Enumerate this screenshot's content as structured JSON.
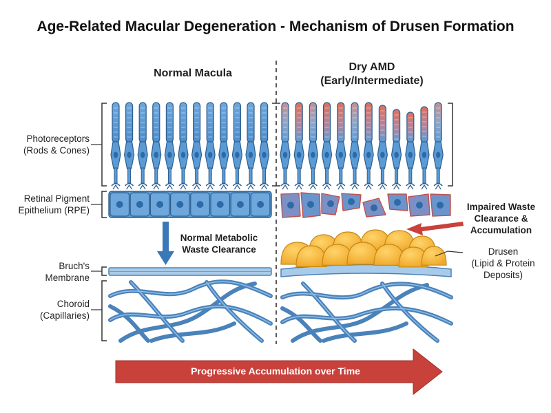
{
  "title": "Age-Related Macular Degeneration - Mechanism of Drusen Formation",
  "panels": {
    "normal": {
      "heading": "Normal Macula"
    },
    "amd": {
      "heading_line1": "Dry AMD",
      "heading_line2": "(Early/Intermediate)"
    }
  },
  "layers": {
    "photoreceptors": {
      "line1": "Photoreceptors",
      "line2": "(Rods & Cones)"
    },
    "rpe": {
      "line1": "Retinal Pigment",
      "line2": "Epithelium (RPE)"
    },
    "bruchs": {
      "line1": "Bruch's",
      "line2": "Membrane"
    },
    "choroid": {
      "line1": "Choroid",
      "line2": "(Capillaries)"
    }
  },
  "annotations": {
    "normal_clearance": {
      "line1": "Normal Metabolic",
      "line2": "Waste Clearance"
    },
    "impaired_clearance": {
      "line1": "Impaired Waste",
      "line2": "Clearance &",
      "line3": "Accumulation"
    },
    "drusen": {
      "line1": "Drusen",
      "line2": "(Lipid & Protein",
      "line3": "Deposits)"
    }
  },
  "progress_arrow": {
    "label": "Progressive Accumulation over Time"
  },
  "colors": {
    "cell_blue": "#5b9bd5",
    "cell_outline": "#2e5f8f",
    "nucleus": "#2e6aa5",
    "degenerate_red": "#e0705a",
    "drusen_yellow": "#f5b93a",
    "drusen_outline": "#c48a1a",
    "bruchs": "#a9cbea",
    "choroid": "#4a82ba",
    "arrow_red": "#c8413b",
    "arrow_blue": "#3a78b8"
  }
}
